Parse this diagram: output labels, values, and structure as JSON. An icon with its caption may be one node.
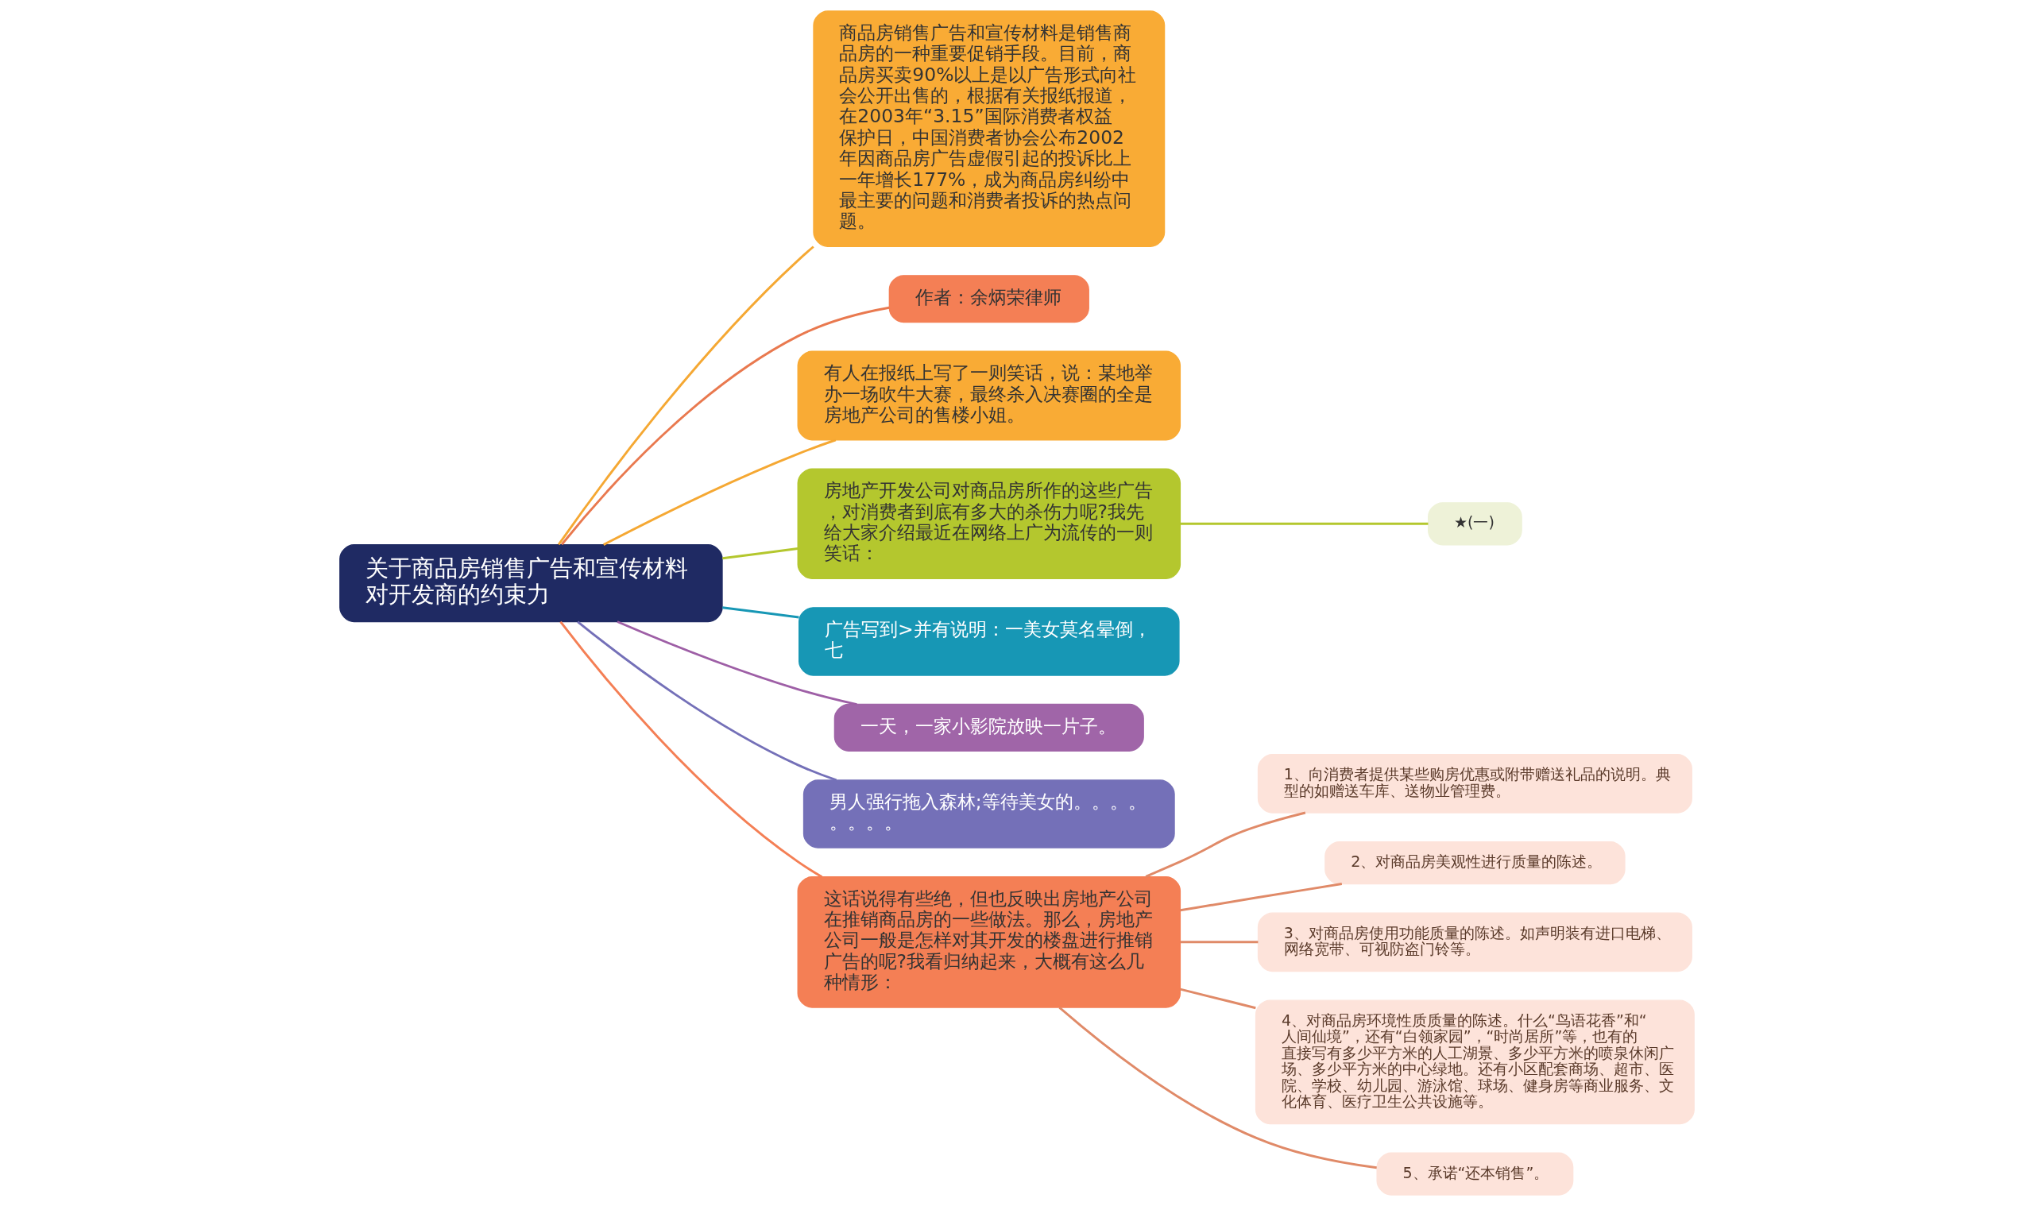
{
  "diagram": {
    "nodes": [
      {
        "text": [
          "关于商品房销售广告和宣传材料对开发商的约束力"
        ]
      },
      {
        "text": [
          "商品房销售广告和宣传材料是销售商品房的一种重要促销手段。目前，商品房买卖90%以上是以广告形式向社会公开出售的，根据有关报纸报道，在2003年“3.15”国际消费者权益保护日，中国消费者协会公布2002年因商品房广告虚假引起的投诉比上一年增长177%，成为商品房纠纷中最主要的问题和消费者投诉的热点问题。"
        ]
      },
      {
        "text": [
          "作者：余炳荣律师"
        ]
      },
      {
        "text": [
          "有人在报纸上写了一则笑话，说：某地举办一场吹牛大赛，最终杀入决赛圈的全是房地产公司的售楼小姐。"
        ]
      },
      {
        "text": [
          "房地产开发公司对商品房所作的这些广告，对消费者到底有多大的杀伤力呢?我先给大家介绍最近在网络上广为流传的一则笑话："
        ]
      },
      {
        "text": [
          "★(一)"
        ]
      },
      {
        "text": [
          "广告写到>并有说明：一美女莫名晕倒，七"
        ]
      },
      {
        "text": [
          "一天，一家小影院放映一片子。"
        ]
      },
      {
        "text": [
          "男人强行拖入森林;等待美女的。。。。。。。。"
        ]
      },
      {
        "text": [
          "这话说得有些绝，但也反映出房地产公司在推销商品房的一些做法。那么，房地产公司一般是怎样对其开发的楼盘进行推销广告的呢?我看归纳起来，大概有这么几种情形："
        ]
      },
      {
        "text": [
          "1、向消费者提供某些购房优惠或附带赠送礼品的说明。典型的如赠送车库、送物业管理费。"
        ]
      },
      {
        "text": [
          "2、对商品房美观性进行质量的陈述。"
        ]
      },
      {
        "text": [
          "3、对商品房使用功能质量的陈述。如声明装有进口电梯、网络宽带、可视防盗门铃等。"
        ]
      },
      {
        "text": [
          "4、对商品房环境性质质量的陈述。什么“鸟语花香”和“人间仙境”，还有“白领家园”，“时尚居所”等，也有的直接写有多少平方米的人工湖景、多少平方米的喷泉休闲广场、多少平方米的中心绿地。还有小区配套商场、超市、医院、学校、幼儿园、游泳馆、球场、健身房等商业服务、文化体育、医疗卫生公共设施等。"
        ]
      },
      {
        "text": [
          "5、承诺“还本销售”。"
        ]
      }
    ],
    "edges": [
      {
        "from": 0,
        "to": 1,
        "arrow": "none",
        "color": "#f5a833"
      },
      {
        "from": 0,
        "to": 2,
        "arrow": "none",
        "color": "#e9794f"
      },
      {
        "from": 0,
        "to": 3,
        "arrow": "none",
        "color": "#f5a833"
      },
      {
        "from": 0,
        "to": 4,
        "arrow": "none",
        "color": "#b4c72e"
      },
      {
        "from": 4,
        "to": 5,
        "arrow": "none",
        "color": "#b4c72e"
      },
      {
        "from": 0,
        "to": 6,
        "arrow": "none",
        "color": "#1797b5"
      },
      {
        "from": 0,
        "to": 7,
        "arrow": "none",
        "color": "#9e5fa6"
      },
      {
        "from": 0,
        "to": 8,
        "arrow": "none",
        "color": "#7470b8"
      },
      {
        "from": 0,
        "to": 9,
        "arrow": "none",
        "color": "#f47f55"
      },
      {
        "from": 9,
        "to": 10,
        "arrow": "none"
      },
      {
        "from": 9,
        "to": 11,
        "arrow": "none"
      },
      {
        "from": 9,
        "to": 12,
        "arrow": "none"
      },
      {
        "from": 9,
        "to": 13,
        "arrow": "none"
      },
      {
        "from": 9,
        "to": 14,
        "arrow": "none"
      }
    ]
  }
}
